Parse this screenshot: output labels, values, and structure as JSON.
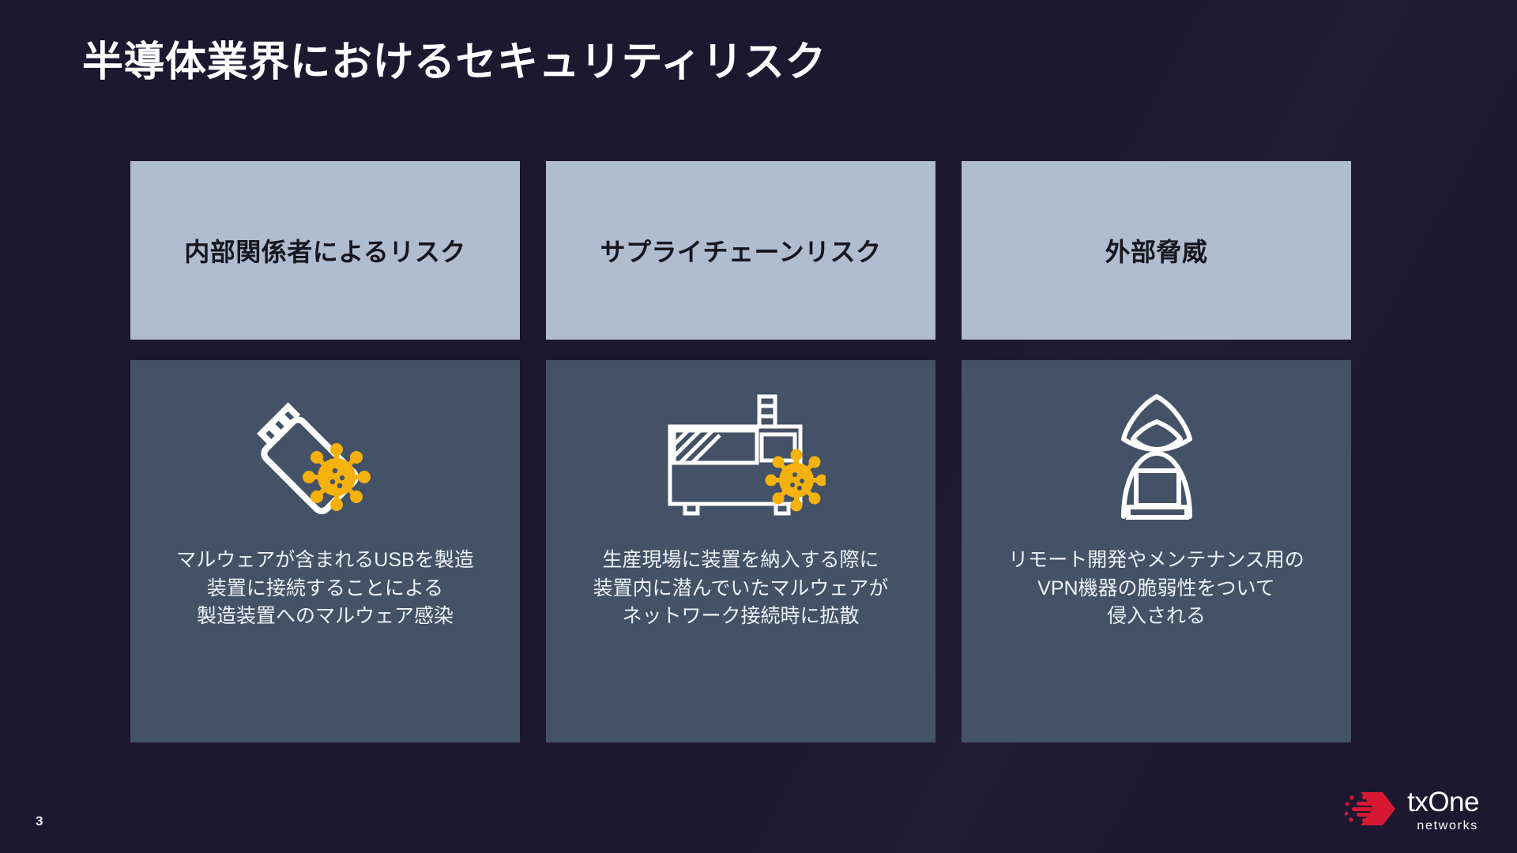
{
  "slide": {
    "title": "半導体業界におけるセキュリティリスク",
    "page_number": "3",
    "background_color": "#1c1830",
    "header_card_color": "#b0bccf",
    "body_card_color": "#435266",
    "virus_accent_color": "#f5b10c",
    "icon_line_color": "#ffffff",
    "logo_accent_color": "#d81832"
  },
  "cards": [
    {
      "header": "内部関係者によるリスク",
      "icon": "usb-drive-virus-icon",
      "text": "マルウェアが含まれるUSBを製造\n装置に接続することによる\n製造装置へのマルウェア感染"
    },
    {
      "header": "サプライチェーンリスク",
      "icon": "manufacturing-equipment-virus-icon",
      "text": "生産現場に装置を納入する際に\n装置内に潜んでいたマルウェアが\nネットワーク接続時に拡散"
    },
    {
      "header": "外部脅威",
      "icon": "hooded-hacker-laptop-icon",
      "text": "リモート開発やメンテナンス用の\nVPN機器の脆弱性をついて\n侵入される"
    }
  ],
  "logo": {
    "name": "txOne",
    "sub": "networks"
  }
}
